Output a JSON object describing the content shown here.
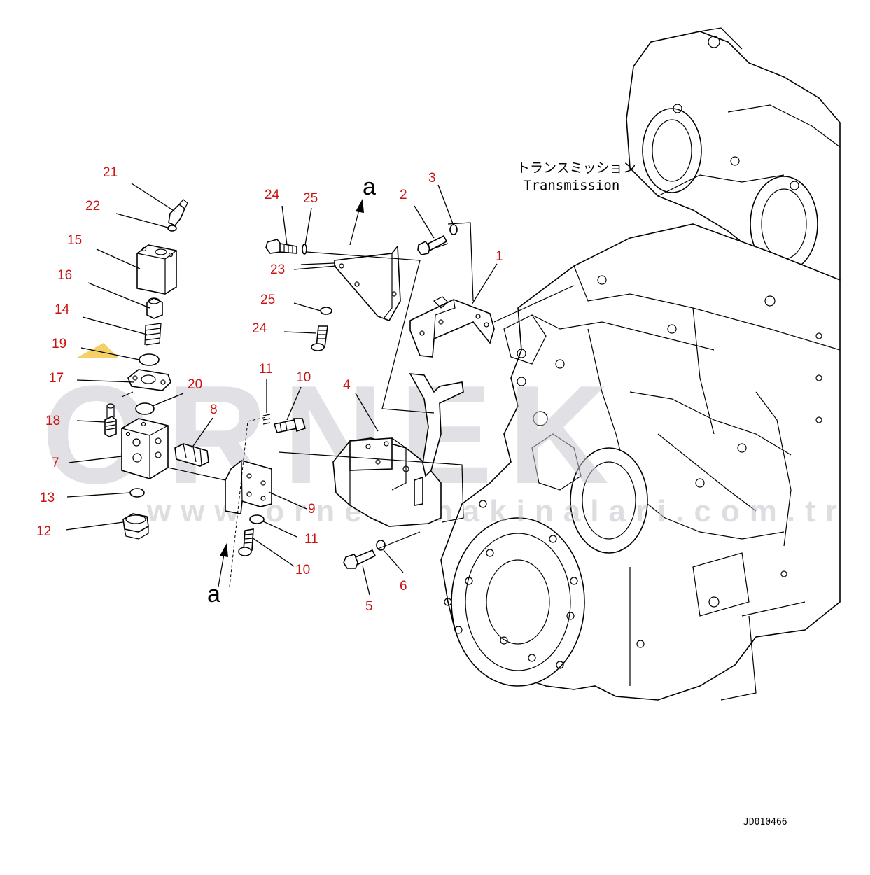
{
  "drawing": {
    "labels": {
      "transmission_jp": "トランスミッション",
      "transmission_en": "Transmission",
      "drawing_code": "JD010466",
      "view_arrow_top": "a",
      "view_arrow_bottom": "a"
    },
    "watermark": {
      "brand": "ORNEK",
      "url": "www.orneksmakinalari.com.tr",
      "accent_color": "#f2c84b",
      "text_color": "#c9c9d0"
    },
    "callout_color": "#cc1111",
    "callouts": [
      "21",
      "22",
      "15",
      "16",
      "14",
      "19",
      "17",
      "20",
      "18",
      "7",
      "8",
      "13",
      "12",
      "24",
      "25",
      "23",
      "25",
      "24",
      "11",
      "10",
      "9",
      "11",
      "10",
      "4",
      "2",
      "3",
      "1",
      "5",
      "6"
    ]
  }
}
